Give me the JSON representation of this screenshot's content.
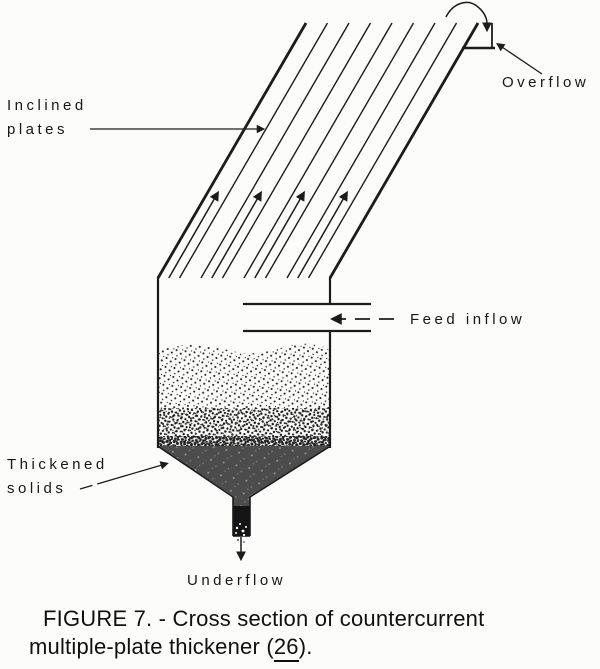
{
  "labels": {
    "inclined_plates_line1": "Inclined",
    "inclined_plates_line2": "plates",
    "overflow": "Overflow",
    "feed_inflow": "Feed inflow",
    "thickened_solids_line1": "Thickened",
    "thickened_solids_line2": "solids",
    "underflow": "Underflow"
  },
  "caption": {
    "line1": "FIGURE 7. - Cross section of countercurrent",
    "line2_prefix": "multiple-plate thickener (",
    "line2_ref": "26",
    "line2_suffix": ")."
  },
  "colors": {
    "ink": "#1c1c1c",
    "paper": "#fcfcfa",
    "solids_dark": "#4c4c4c",
    "spout_black": "#141414"
  }
}
